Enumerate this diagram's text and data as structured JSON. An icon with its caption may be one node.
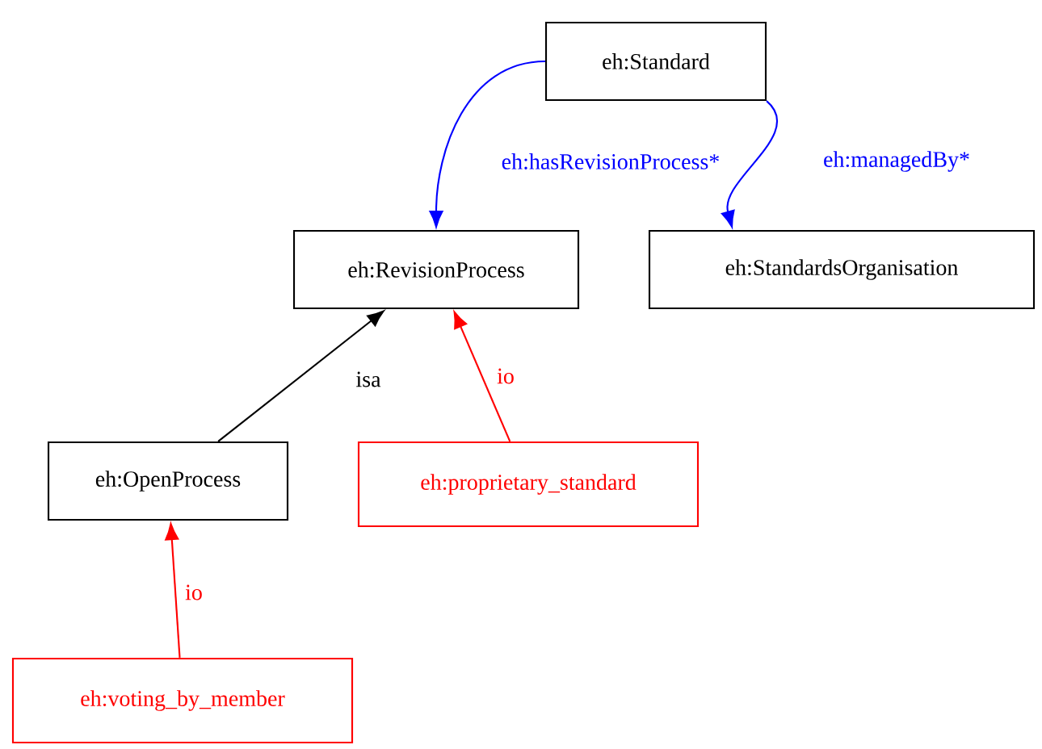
{
  "diagram": {
    "nodes": [
      {
        "text": [
          "eh:Standard"
        ]
      },
      {
        "text": [
          "eh:RevisionProcess"
        ]
      },
      {
        "text": [
          "eh:StandardsOrganisation"
        ]
      },
      {
        "text": [
          "eh:OpenProcess"
        ]
      },
      {
        "text": [
          "eh:proprietary_standard"
        ]
      },
      {
        "text": [
          "eh:voting_by_member"
        ]
      }
    ],
    "edges": [
      {
        "from": 0,
        "to": 1,
        "arrow": "to",
        "label": "eh:hasRevisionProcess*",
        "color": "#0000ff"
      },
      {
        "from": 0,
        "to": 2,
        "arrow": "to",
        "label": "eh:managedBy*",
        "color": "#0000ff"
      },
      {
        "from": 3,
        "to": 1,
        "arrow": "to",
        "label": "isa",
        "color": "#000000"
      },
      {
        "from": 4,
        "to": 1,
        "arrow": "to",
        "label": "io",
        "color": "#ff0000"
      },
      {
        "from": 5,
        "to": 3,
        "arrow": "to",
        "label": "io",
        "color": "#ff0000"
      }
    ]
  }
}
